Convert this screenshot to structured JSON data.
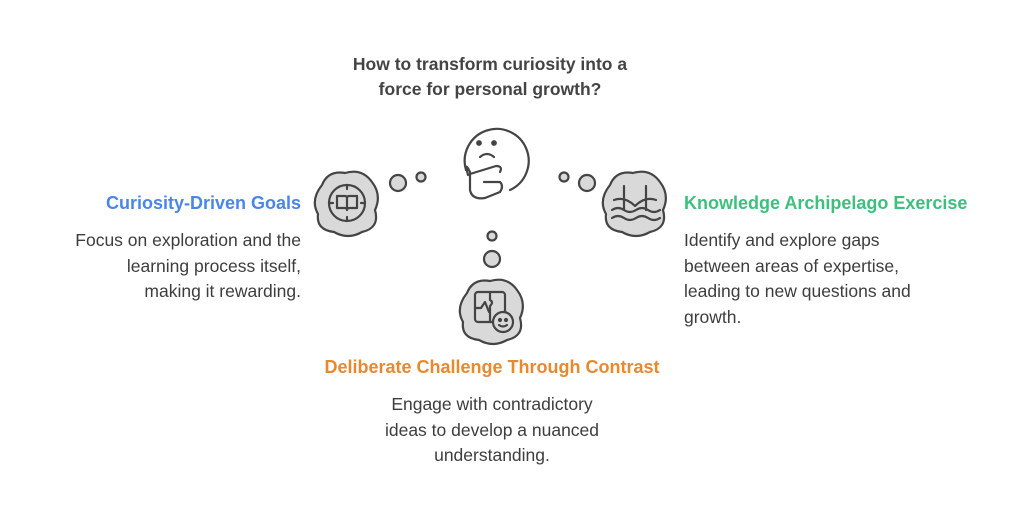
{
  "title_line1": "How to transform curiosity into a",
  "title_line2": "force for personal growth?",
  "colors": {
    "left": "#4a86e8",
    "right": "#3dbf7d",
    "bottom": "#e8892f",
    "cloud_fill": "#d9d9d9",
    "stroke": "#444444"
  },
  "left": {
    "heading": "Curiosity-Driven Goals",
    "body": [
      "Focus on exploration and the",
      "learning process itself,",
      "making it rewarding."
    ],
    "icon": "compass-book-icon"
  },
  "right": {
    "heading": "Knowledge Archipelago Exercise",
    "body": [
      "Identify and explore gaps",
      "between areas of expertise,",
      "leading to new questions and",
      "growth."
    ],
    "icon": "bridge-water-icon"
  },
  "bottom": {
    "heading": "Deliberate Challenge Through Contrast",
    "body": [
      "Engage with contradictory",
      "ideas to develop a nuanced",
      "understanding."
    ],
    "icon": "puzzle-face-icon"
  },
  "center_icon": "thinking-face-icon"
}
